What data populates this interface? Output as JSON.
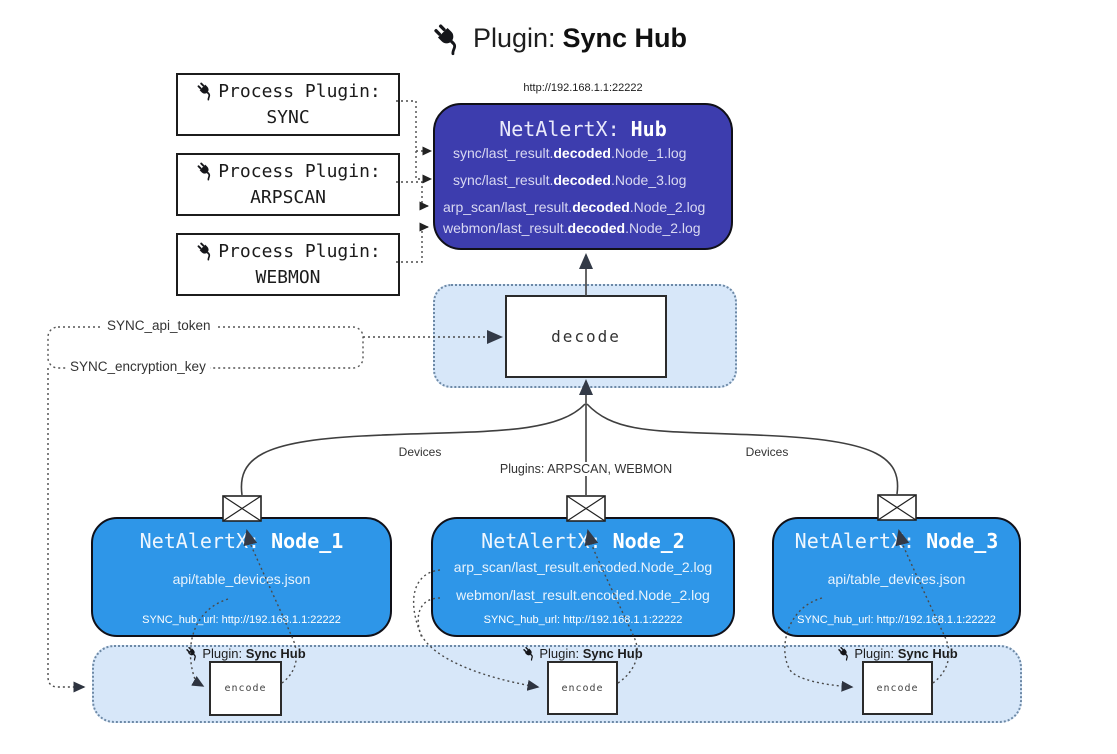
{
  "title": {
    "prefix": "Plugin:",
    "name": "Sync Hub"
  },
  "hub": {
    "url": "http://192.168.1.1:22222",
    "name_prefix": "NetAlertX:",
    "name_bold": "Hub",
    "logs": [
      {
        "pre": "sync/last_result.",
        "bold": "decoded",
        "post": ".Node_1.log"
      },
      {
        "pre": "sync/last_result.",
        "bold": "decoded",
        "post": ".Node_3.log"
      },
      {
        "pre": "arp_scan/last_result.",
        "bold": "decoded",
        "post": ".Node_2.log"
      },
      {
        "pre": "webmon/last_result.",
        "bold": "decoded",
        "post": ".Node_2.log"
      }
    ]
  },
  "process_plugins": [
    {
      "line1": "Process Plugin:",
      "line2": "SYNC"
    },
    {
      "line1": "Process Plugin:",
      "line2": "ARPSCAN"
    },
    {
      "line1": "Process Plugin:",
      "line2": "WEBMON"
    }
  ],
  "decode_label": "decode",
  "config": {
    "api_token": "SYNC_api_token",
    "encryption_key": "SYNC_encryption_key"
  },
  "edge_labels": {
    "devices_left": "Devices",
    "devices_right": "Devices",
    "plugins": "Plugins: ARPSCAN, WEBMON"
  },
  "nodes": [
    {
      "name_prefix": "NetAlertX:",
      "name_bold": "Node_1",
      "files": [
        "api/table_devices.json"
      ],
      "hub_url": "SYNC_hub_url: http://192.168.1.1:22222"
    },
    {
      "name_prefix": "NetAlertX:",
      "name_bold": "Node_2",
      "files": [
        "arp_scan/last_result.encoded.Node_2.log",
        "webmon/last_result.encoded.Node_2.log"
      ],
      "hub_url": "SYNC_hub_url: http://192.168.1.1:22222"
    },
    {
      "name_prefix": "NetAlertX:",
      "name_bold": "Node_3",
      "files": [
        "api/table_devices.json"
      ],
      "hub_url": "SYNC_hub_url: http://192.168.1.1:22222"
    }
  ],
  "encoders": [
    {
      "label_prefix": "Plugin:",
      "label_bold": "Sync Hub",
      "box_label": "encode"
    },
    {
      "label_prefix": "Plugin:",
      "label_bold": "Sync Hub",
      "box_label": "encode"
    },
    {
      "label_prefix": "Plugin:",
      "label_bold": "Sync Hub",
      "box_label": "encode"
    }
  ],
  "colors": {
    "hub_bg": "#3d3dae",
    "node_bg": "#2e96e8",
    "panel_bg": "#d7e7f9",
    "panel_border": "#6d89a6",
    "line": "#3f3f3f",
    "arrow_dark": "#333a47",
    "box_border": "#1c1c1c"
  }
}
